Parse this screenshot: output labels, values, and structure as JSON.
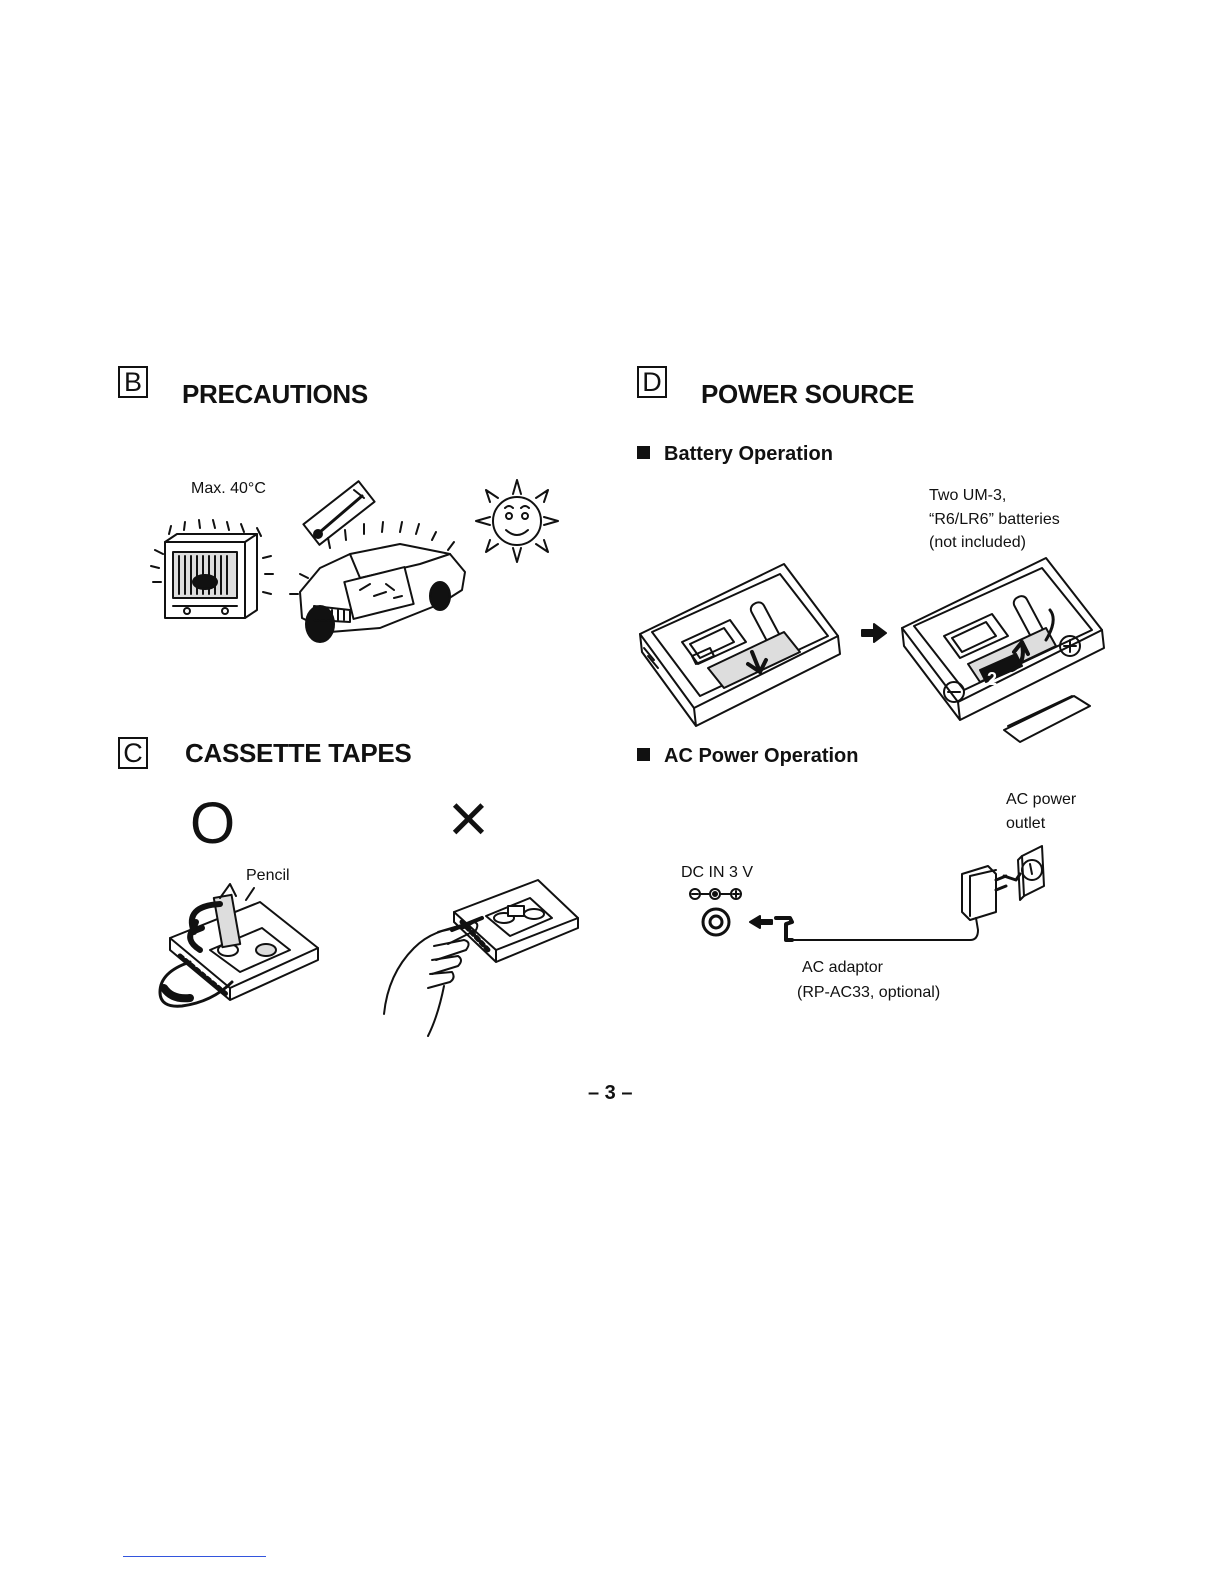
{
  "sections": {
    "precautions": {
      "letter": "B",
      "title": "PRECAUTIONS",
      "temp_label": "Max. 40°C"
    },
    "cassette": {
      "letter": "C",
      "title": "CASSETTE TAPES",
      "ok_symbol": "O",
      "ng_symbol": "×",
      "pencil_label": "Pencil"
    },
    "power": {
      "letter": "D",
      "title": "POWER SOURCE",
      "battery": {
        "heading": "Battery Operation",
        "note_lines": [
          "Two UM-3,",
          "“R6/LR6” batteries",
          "(not included)"
        ],
        "step_label": "2"
      },
      "ac": {
        "heading": "AC Power Operation",
        "outlet_lines": [
          "AC power",
          "outlet"
        ],
        "dcin_label": "DC IN 3 V",
        "adaptor_lines": [
          "AC adaptor",
          "(RP-AC33, optional)"
        ]
      }
    }
  },
  "page_number": "– 3 –"
}
